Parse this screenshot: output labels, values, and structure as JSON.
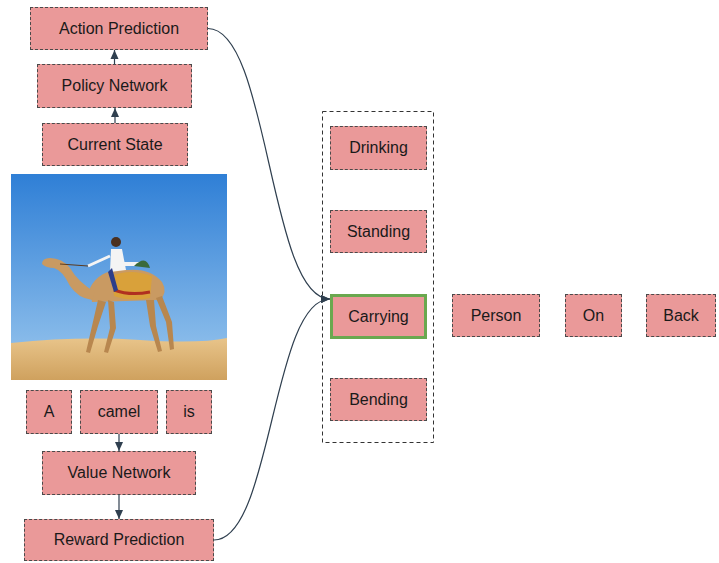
{
  "diagram": {
    "nodes": [
      {
        "text": [
          "Action Prediction"
        ]
      },
      {
        "text": [
          "Policy Network"
        ]
      },
      {
        "text": [
          "Current State"
        ]
      },
      {
        "text": [
          "A"
        ]
      },
      {
        "text": [
          "camel"
        ]
      },
      {
        "text": [
          "is"
        ]
      },
      {
        "text": [
          "Value Network"
        ]
      },
      {
        "text": [
          "Reward Prediction"
        ]
      },
      {
        "text": [
          "Drinking"
        ]
      },
      {
        "text": [
          "Standing"
        ]
      },
      {
        "text": [
          "Carrying"
        ]
      },
      {
        "text": [
          "Bending"
        ]
      },
      {
        "text": [
          "Person"
        ]
      },
      {
        "text": [
          "On"
        ]
      },
      {
        "text": [
          "Back"
        ]
      }
    ],
    "edges": [
      {
        "from": 2,
        "to": 1,
        "arrow": "to"
      },
      {
        "from": 1,
        "to": 0,
        "arrow": "to"
      },
      {
        "from": 4,
        "to": 6,
        "arrow": "to"
      },
      {
        "from": 6,
        "to": 7,
        "arrow": "to"
      },
      {
        "from": 0,
        "to": 10,
        "arrow": "to"
      },
      {
        "from": 7,
        "to": 10,
        "arrow": "to"
      }
    ]
  }
}
